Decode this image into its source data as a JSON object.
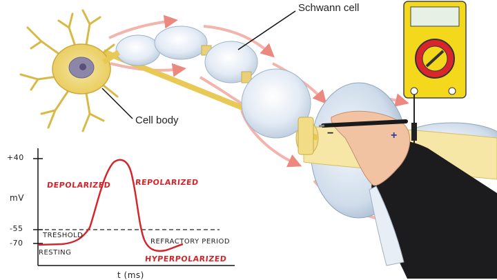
{
  "labels": {
    "schwann_cell": "Schwann cell",
    "cell_body": "Cell body"
  },
  "graph": {
    "y_axis_label": "mV",
    "y_ticks": [
      "+40",
      "-55",
      "-70"
    ],
    "x_axis_label": "t (ms)",
    "annotations": {
      "depolarized": "DEPOLARIZED",
      "repolarized": "REPOLARIZED",
      "hyperpolarized": "HYPERPOLARIZED",
      "threshold": "TRESHOLD",
      "resting": "RESTING",
      "refractory": "REFRACTORY PERIOD"
    }
  },
  "meter": {
    "minus": "−",
    "plus": "+"
  },
  "colors": {
    "myelin": "#dfe8f2",
    "axon": "#f6e7a6",
    "arrow": "#e8756a",
    "meter_body": "#f4d81c",
    "trace": "#d4262a"
  },
  "icons": [
    "neuron-illustration",
    "voltmeter-icon",
    "pen-hand-icon"
  ]
}
